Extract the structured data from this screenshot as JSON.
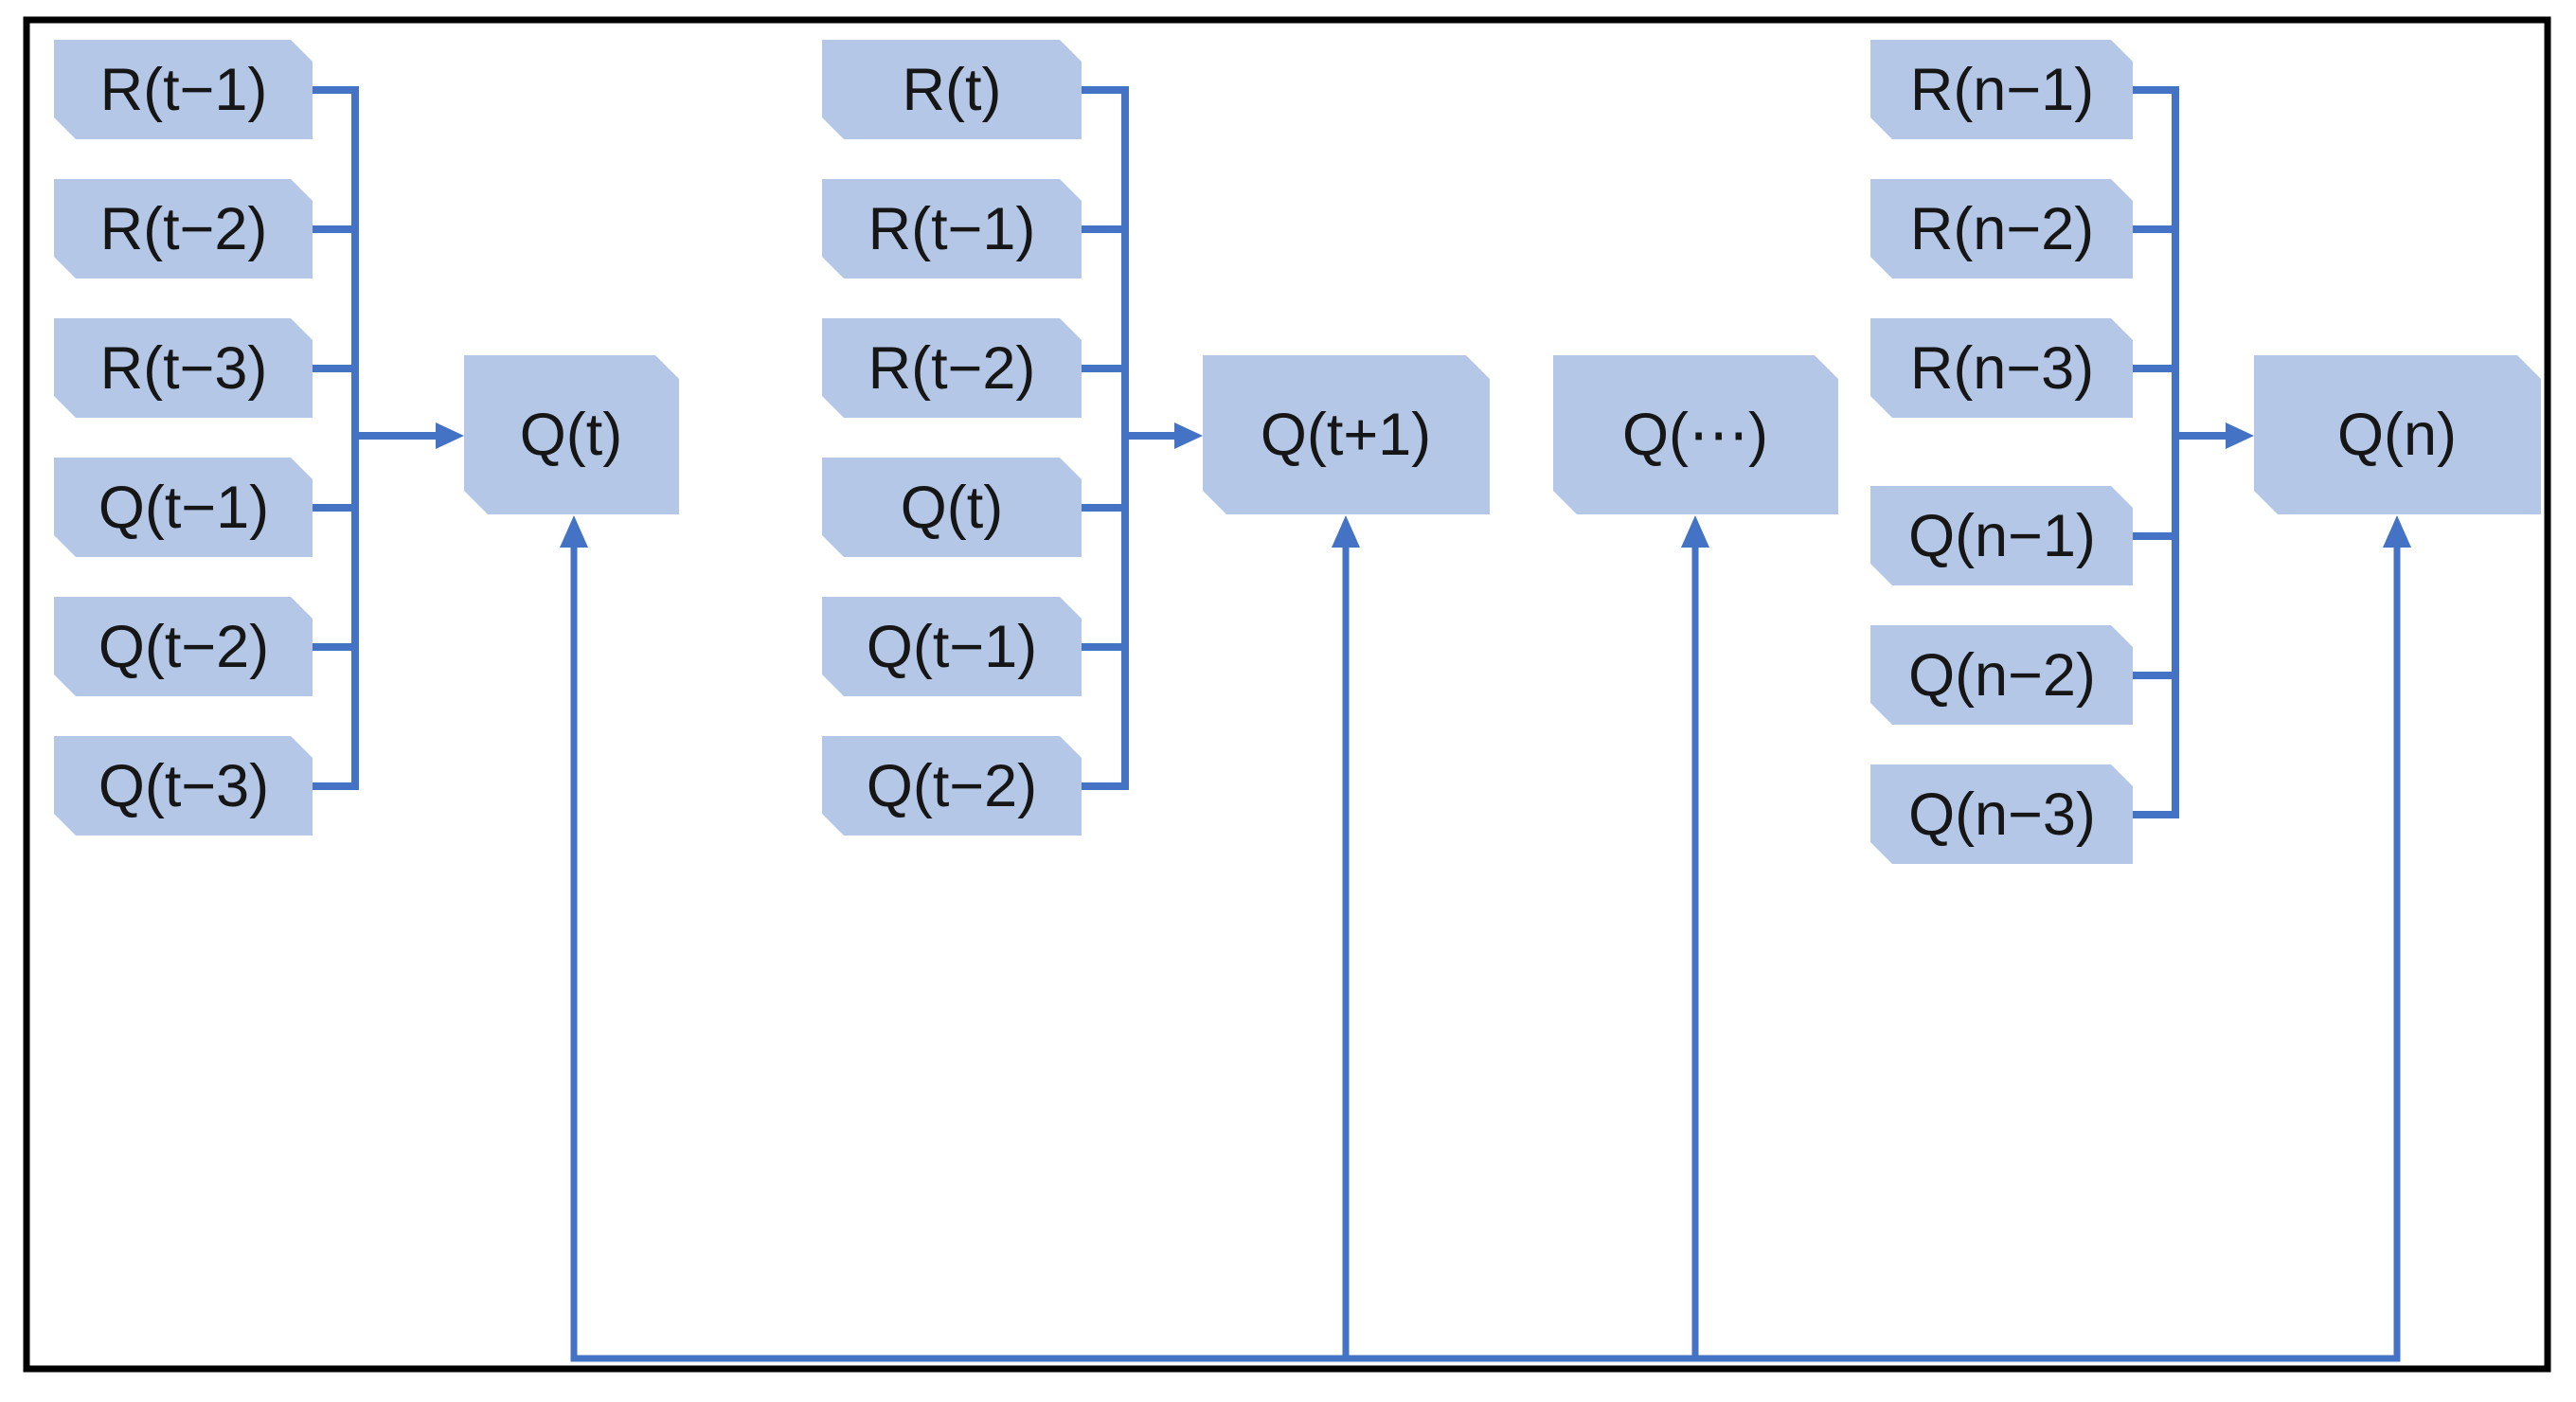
{
  "diagram": {
    "colors": {
      "box-fill": "#b4c7e7",
      "connector": "#4472c4",
      "border": "#000000",
      "text": "#161616",
      "background": "#ffffff"
    },
    "columns": [
      {
        "inputs": [
          "R(t−1)",
          "R(t−2)",
          "R(t−3)",
          "Q(t−1)",
          "Q(t−2)",
          "Q(t−3)"
        ],
        "target": "Q(t)"
      },
      {
        "inputs": [
          "R(t)",
          "R(t−1)",
          "R(t−2)",
          "Q(t)",
          "Q(t−1)",
          "Q(t−2)"
        ],
        "target": "Q(t+1)"
      },
      {
        "inputs": [],
        "target": "Q(⋯)"
      },
      {
        "inputs": [
          "R(n−1)",
          "R(n−2)",
          "R(n−3)",
          "Q(n−1)",
          "Q(n−2)",
          "Q(n−3)"
        ],
        "target": "Q(n)"
      }
    ]
  }
}
